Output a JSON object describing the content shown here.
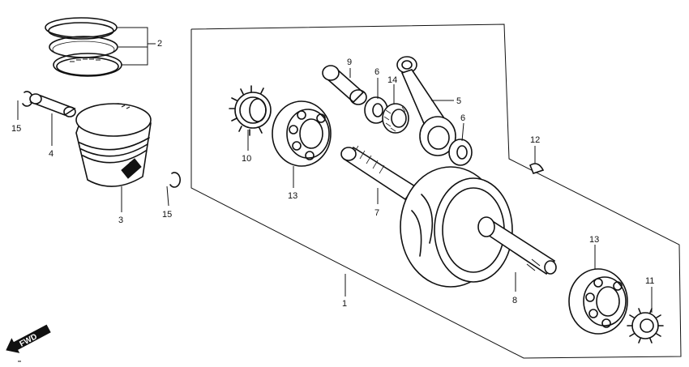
{
  "diagram": {
    "callouts": [
      {
        "id": "c1",
        "label": "1"
      },
      {
        "id": "c2",
        "label": "2"
      },
      {
        "id": "c3",
        "label": "3"
      },
      {
        "id": "c4",
        "label": "4"
      },
      {
        "id": "c5",
        "label": "5"
      },
      {
        "id": "c6a",
        "label": "6"
      },
      {
        "id": "c6b",
        "label": "6"
      },
      {
        "id": "c7",
        "label": "7"
      },
      {
        "id": "c8",
        "label": "8"
      },
      {
        "id": "c9",
        "label": "9"
      },
      {
        "id": "c10",
        "label": "10"
      },
      {
        "id": "c11",
        "label": "11"
      },
      {
        "id": "c12",
        "label": "12"
      },
      {
        "id": "c13a",
        "label": "13"
      },
      {
        "id": "c13b",
        "label": "13"
      },
      {
        "id": "c14",
        "label": "14"
      },
      {
        "id": "c15a",
        "label": "15"
      },
      {
        "id": "c15b",
        "label": "15"
      }
    ],
    "direction_marker": {
      "label": "FWD",
      "icon": "fwd-arrow-icon"
    }
  }
}
